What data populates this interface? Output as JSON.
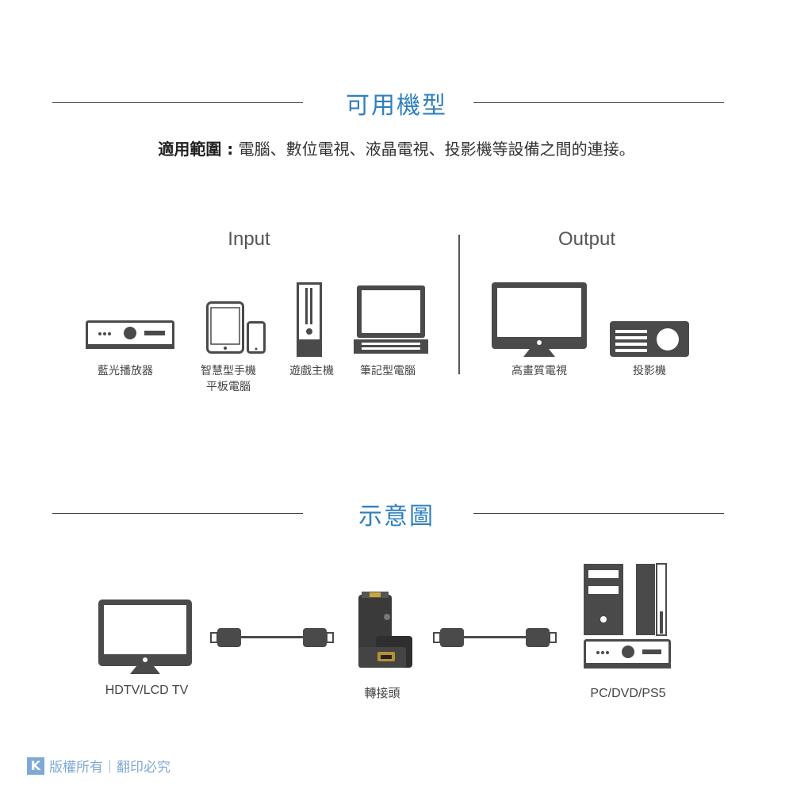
{
  "section1": {
    "title": "可用機型"
  },
  "scope": {
    "label": "適用範圍 :",
    "text": " 電腦、數位電視、液晶電視、投影機等設備之間的連接。"
  },
  "input": {
    "title": "Input",
    "devices": [
      {
        "label": "藍光播放器",
        "icon": "bluray-player-icon"
      },
      {
        "label": "智慧型手機\n平板電腦",
        "icon": "tablet-phone-icon"
      },
      {
        "label": "遊戲主機",
        "icon": "game-console-icon"
      },
      {
        "label": "筆記型電腦",
        "icon": "laptop-icon"
      }
    ]
  },
  "output": {
    "title": "Output",
    "devices": [
      {
        "label": "高畫質電視",
        "icon": "hdtv-icon"
      },
      {
        "label": "投影機",
        "icon": "projector-icon"
      }
    ]
  },
  "section2": {
    "title": "示意圖"
  },
  "diagram": {
    "left_label": "HDTV/LCD TV",
    "center_label": "轉接頭",
    "right_label": "PC/DVD/PS5"
  },
  "footer": {
    "logo": "K",
    "text": "版權所有｜翻印必究"
  },
  "colors": {
    "accent": "#2f7fbd",
    "icon": "#4a4a4a",
    "footer": "#7ea9d6"
  }
}
